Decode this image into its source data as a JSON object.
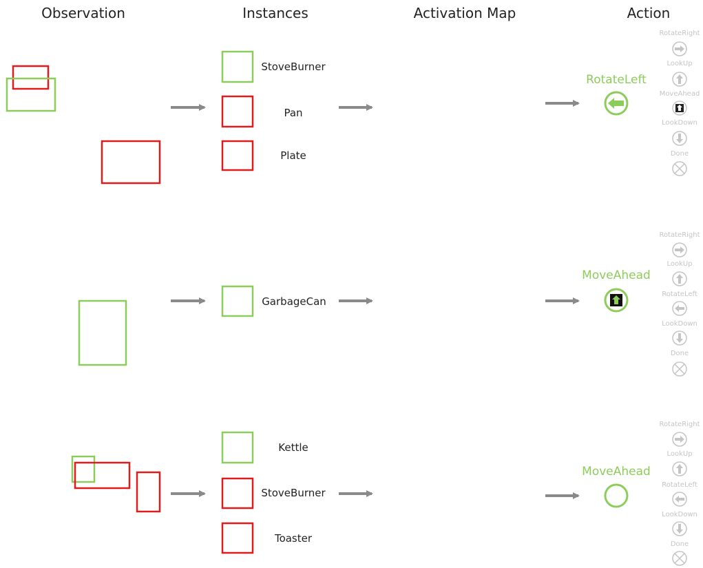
{
  "headers": {
    "observation": "Observation",
    "instances": "Instances",
    "activation_map": "Activation Map",
    "action": "Action"
  },
  "colors": {
    "green": "#8ccc5a",
    "red": "#e01b1b",
    "arrow": "#8a8a8a",
    "faded": "#c4c4c4",
    "text": "#222222"
  },
  "rows": [
    {
      "instances": [
        {
          "label": "StoveBurner",
          "color": "green"
        },
        {
          "label": "Pan",
          "color": "red"
        },
        {
          "label": "Plate",
          "color": "red"
        }
      ],
      "action": {
        "label": "RotateLeft",
        "icon": "left-arrow-icon"
      },
      "options": [
        {
          "label": "RotateRight",
          "icon": "right-arrow-icon"
        },
        {
          "label": "LookUp",
          "icon": "up-arrow-icon"
        },
        {
          "label": "MoveAhead",
          "icon": "forward-icon"
        },
        {
          "label": "LookDown",
          "icon": "down-arrow-icon"
        },
        {
          "label": "Done",
          "icon": "done-icon"
        }
      ]
    },
    {
      "instances": [
        {
          "label": "GarbageCan",
          "color": "green"
        }
      ],
      "action": {
        "label": "MoveAhead",
        "icon": "forward-icon"
      },
      "options": [
        {
          "label": "RotateRight",
          "icon": "right-arrow-icon"
        },
        {
          "label": "LookUp",
          "icon": "up-arrow-icon"
        },
        {
          "label": "RotateLeft",
          "icon": "left-arrow-icon"
        },
        {
          "label": "LookDown",
          "icon": "down-arrow-icon"
        },
        {
          "label": "Done",
          "icon": "done-icon"
        }
      ]
    },
    {
      "instances": [
        {
          "label": "Kettle",
          "color": "green"
        },
        {
          "label": "StoveBurner",
          "color": "red"
        },
        {
          "label": "Toaster",
          "color": "red"
        }
      ],
      "action": {
        "label": "MoveAhead",
        "icon": "empty-circle-icon"
      },
      "options": [
        {
          "label": "RotateRight",
          "icon": "right-arrow-icon"
        },
        {
          "label": "LookUp",
          "icon": "up-arrow-icon"
        },
        {
          "label": "RotateLeft",
          "icon": "left-arrow-icon"
        },
        {
          "label": "LookDown",
          "icon": "down-arrow-icon"
        },
        {
          "label": "Done",
          "icon": "done-icon"
        }
      ]
    }
  ]
}
